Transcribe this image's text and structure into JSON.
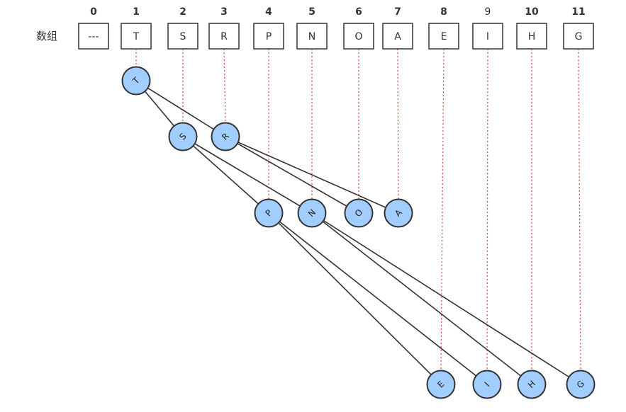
{
  "array": {
    "label": "数组",
    "indices": [
      "0",
      "1",
      "2",
      "3",
      "4",
      "5",
      "6",
      "7",
      "8",
      "9",
      "10",
      "11"
    ],
    "values": [
      "---",
      "T",
      "S",
      "R",
      "P",
      "N",
      "O",
      "A",
      "E",
      "I",
      "H",
      "G"
    ]
  },
  "tree": {
    "edges": [
      [
        1,
        2
      ],
      [
        1,
        3
      ],
      [
        2,
        4
      ],
      [
        2,
        5
      ],
      [
        3,
        6
      ],
      [
        3,
        7
      ],
      [
        4,
        8
      ],
      [
        4,
        9
      ],
      [
        5,
        10
      ],
      [
        5,
        11
      ]
    ]
  },
  "colors": {
    "node_fill": "#a2cdff",
    "node_stroke": "#333333",
    "edge": "#333333",
    "guide": "#e0524d",
    "cell_stroke": "#333333"
  }
}
